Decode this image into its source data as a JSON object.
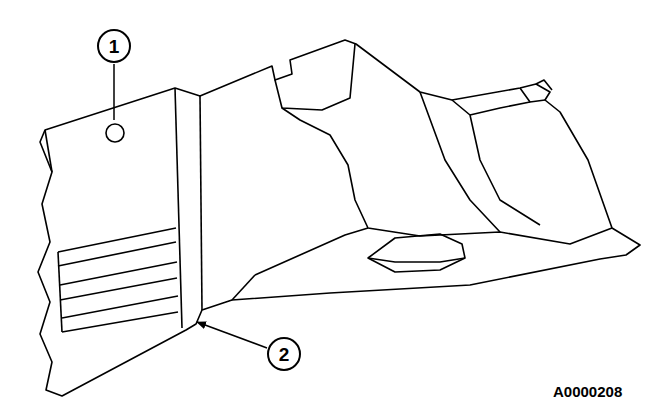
{
  "diagram": {
    "nodes": [
      {
        "text": [
          "1"
        ]
      },
      {
        "text": [
          "2"
        ]
      }
    ],
    "labels": [
      "A0000208"
    ]
  }
}
